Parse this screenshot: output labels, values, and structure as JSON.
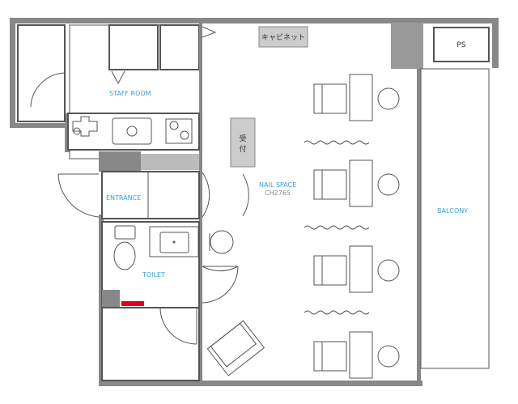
{
  "rooms": {
    "staff_room": "STAFF ROOM",
    "entrance": "ENTRANCE",
    "toilet": "TOILET",
    "nail_space": "NAIL SPACE",
    "nail_space_code": "CH2765",
    "balcony": "BALCONY",
    "ps": "PS"
  },
  "fixtures": {
    "cabinet": "キャビネット",
    "reception_1": "受",
    "reception_2": "付"
  },
  "colors": {
    "label": "#3aa0d8",
    "wall": "#888888",
    "fill": "#bbbbbb",
    "alert": "#e0001a"
  }
}
